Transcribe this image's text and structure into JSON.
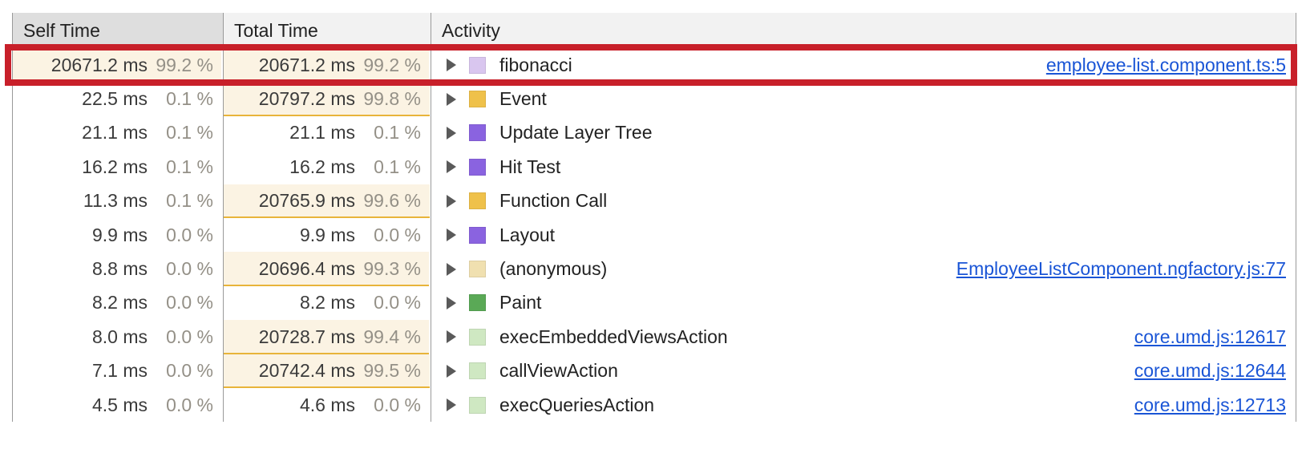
{
  "table": {
    "columns": [
      {
        "label": "Self Time",
        "sorted": true
      },
      {
        "label": "Total Time",
        "sorted": false
      },
      {
        "label": "Activity",
        "sorted": false
      }
    ],
    "rows": [
      {
        "self_time": "20671.2 ms",
        "self_pct": "99.2 %",
        "self_bar_pct": 99.2,
        "self_bar": true,
        "total_time": "20671.2 ms",
        "total_pct": "99.2 %",
        "total_bar_pct": 99.2,
        "total_bar": true,
        "activity": "fibonacci",
        "swatch_color": "#d9c6ef",
        "source": "employee-list.component.ts:5",
        "highlighted": true
      },
      {
        "self_time": "22.5 ms",
        "self_pct": "0.1 %",
        "self_bar_pct": 0.1,
        "self_bar": false,
        "total_time": "20797.2 ms",
        "total_pct": "99.8 %",
        "total_bar_pct": 99.8,
        "total_bar": true,
        "activity": "Event",
        "swatch_color": "#efc14a",
        "source": "",
        "highlighted": false
      },
      {
        "self_time": "21.1 ms",
        "self_pct": "0.1 %",
        "self_bar_pct": 0.1,
        "self_bar": false,
        "total_time": "21.1 ms",
        "total_pct": "0.1 %",
        "total_bar_pct": 0.1,
        "total_bar": false,
        "activity": "Update Layer Tree",
        "swatch_color": "#8a63e0",
        "source": "",
        "highlighted": false
      },
      {
        "self_time": "16.2 ms",
        "self_pct": "0.1 %",
        "self_bar_pct": 0.1,
        "self_bar": false,
        "total_time": "16.2 ms",
        "total_pct": "0.1 %",
        "total_bar_pct": 0.1,
        "total_bar": false,
        "activity": "Hit Test",
        "swatch_color": "#8a63e0",
        "source": "",
        "highlighted": false
      },
      {
        "self_time": "11.3 ms",
        "self_pct": "0.1 %",
        "self_bar_pct": 0.1,
        "self_bar": false,
        "total_time": "20765.9 ms",
        "total_pct": "99.6 %",
        "total_bar_pct": 99.6,
        "total_bar": true,
        "activity": "Function Call",
        "swatch_color": "#efc14a",
        "source": "",
        "highlighted": false
      },
      {
        "self_time": "9.9 ms",
        "self_pct": "0.0 %",
        "self_bar_pct": 0.0,
        "self_bar": false,
        "total_time": "9.9 ms",
        "total_pct": "0.0 %",
        "total_bar_pct": 0.0,
        "total_bar": false,
        "activity": "Layout",
        "swatch_color": "#8a63e0",
        "source": "",
        "highlighted": false
      },
      {
        "self_time": "8.8 ms",
        "self_pct": "0.0 %",
        "self_bar_pct": 0.0,
        "self_bar": false,
        "total_time": "20696.4 ms",
        "total_pct": "99.3 %",
        "total_bar_pct": 99.3,
        "total_bar": true,
        "activity": "(anonymous)",
        "swatch_color": "#f0e0b0",
        "source": "EmployeeListComponent.ngfactory.js:77",
        "highlighted": false
      },
      {
        "self_time": "8.2 ms",
        "self_pct": "0.0 %",
        "self_bar_pct": 0.0,
        "self_bar": false,
        "total_time": "8.2 ms",
        "total_pct": "0.0 %",
        "total_bar_pct": 0.0,
        "total_bar": false,
        "activity": "Paint",
        "swatch_color": "#5aa956",
        "source": "",
        "highlighted": false
      },
      {
        "self_time": "8.0 ms",
        "self_pct": "0.0 %",
        "self_bar_pct": 0.0,
        "self_bar": false,
        "total_time": "20728.7 ms",
        "total_pct": "99.4 %",
        "total_bar_pct": 99.4,
        "total_bar": true,
        "activity": "execEmbeddedViewsAction",
        "swatch_color": "#cfe8c2",
        "source": "core.umd.js:12617",
        "highlighted": false
      },
      {
        "self_time": "7.1 ms",
        "self_pct": "0.0 %",
        "self_bar_pct": 0.0,
        "self_bar": false,
        "total_time": "20742.4 ms",
        "total_pct": "99.5 %",
        "total_bar_pct": 99.5,
        "total_bar": true,
        "activity": "callViewAction",
        "swatch_color": "#cfe8c2",
        "source": "core.umd.js:12644",
        "highlighted": false
      },
      {
        "self_time": "4.5 ms",
        "self_pct": "0.0 %",
        "self_bar_pct": 0.0,
        "self_bar": false,
        "total_time": "4.6 ms",
        "total_pct": "0.0 %",
        "total_bar_pct": 0.0,
        "total_bar": false,
        "activity": "execQueriesAction",
        "swatch_color": "#cfe8c2",
        "source": "core.umd.js:12713",
        "highlighted": false
      }
    ]
  },
  "annotation": {
    "highlight_color": "#c8202a",
    "highlight_row_index": 0
  },
  "colors": {
    "link": "#1a55d6",
    "bar_fill": "#fbf3e3",
    "bar_underline": "#e8b43a",
    "header_sorted_bg": "#dedede",
    "header_bg": "#f2f2f2"
  }
}
